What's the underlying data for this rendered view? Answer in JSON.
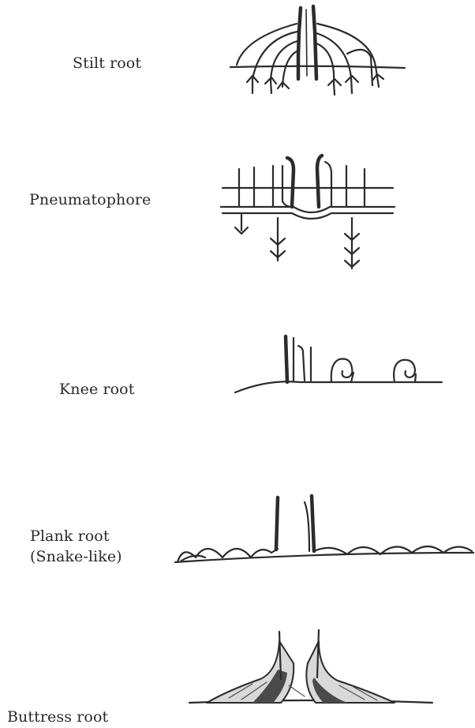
{
  "labels": {
    "stilt": "Stilt root",
    "pneumatophore": "Pneumatophore",
    "knee": "Knee root",
    "plank_line1": "Plank root",
    "plank_line2": "(Snake-like)",
    "buttress": "Buttress root"
  },
  "colors": {
    "ink": "#2b2b2b",
    "background": "#ffffff"
  }
}
